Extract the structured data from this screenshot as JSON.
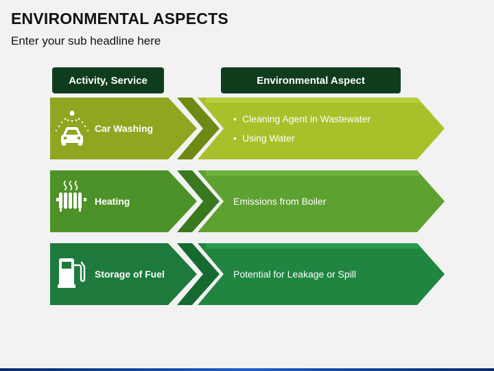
{
  "title": "ENVIRONMENTAL ASPECTS",
  "subtitle": "Enter your sub headline here",
  "headers": {
    "activity": "Activity, Service",
    "aspect": "Environmental Aspect"
  },
  "rows": [
    {
      "activity": "Car Washing",
      "icon": "car-wash-icon",
      "aspects": [
        "Cleaning Agent in Wastewater",
        "Using Water"
      ],
      "colors": {
        "left": "#8fa621",
        "chev": "#6e8a12",
        "right": "#a9c02a",
        "band": "#b8cf3a"
      }
    },
    {
      "activity": "Heating",
      "icon": "radiator-icon",
      "aspects": [
        "Emissions from Boiler"
      ],
      "colors": {
        "left": "#4d9228",
        "chev": "#3a7820",
        "right": "#5da130",
        "band": "#6db23a"
      }
    },
    {
      "activity": "Storage of Fuel",
      "icon": "fuel-pump-icon",
      "aspects": [
        "Potential for Leakage or Spill"
      ],
      "colors": {
        "left": "#1d7a3c",
        "chev": "#166a30",
        "right": "#1f8540",
        "band": "#2a9a4c"
      }
    }
  ]
}
